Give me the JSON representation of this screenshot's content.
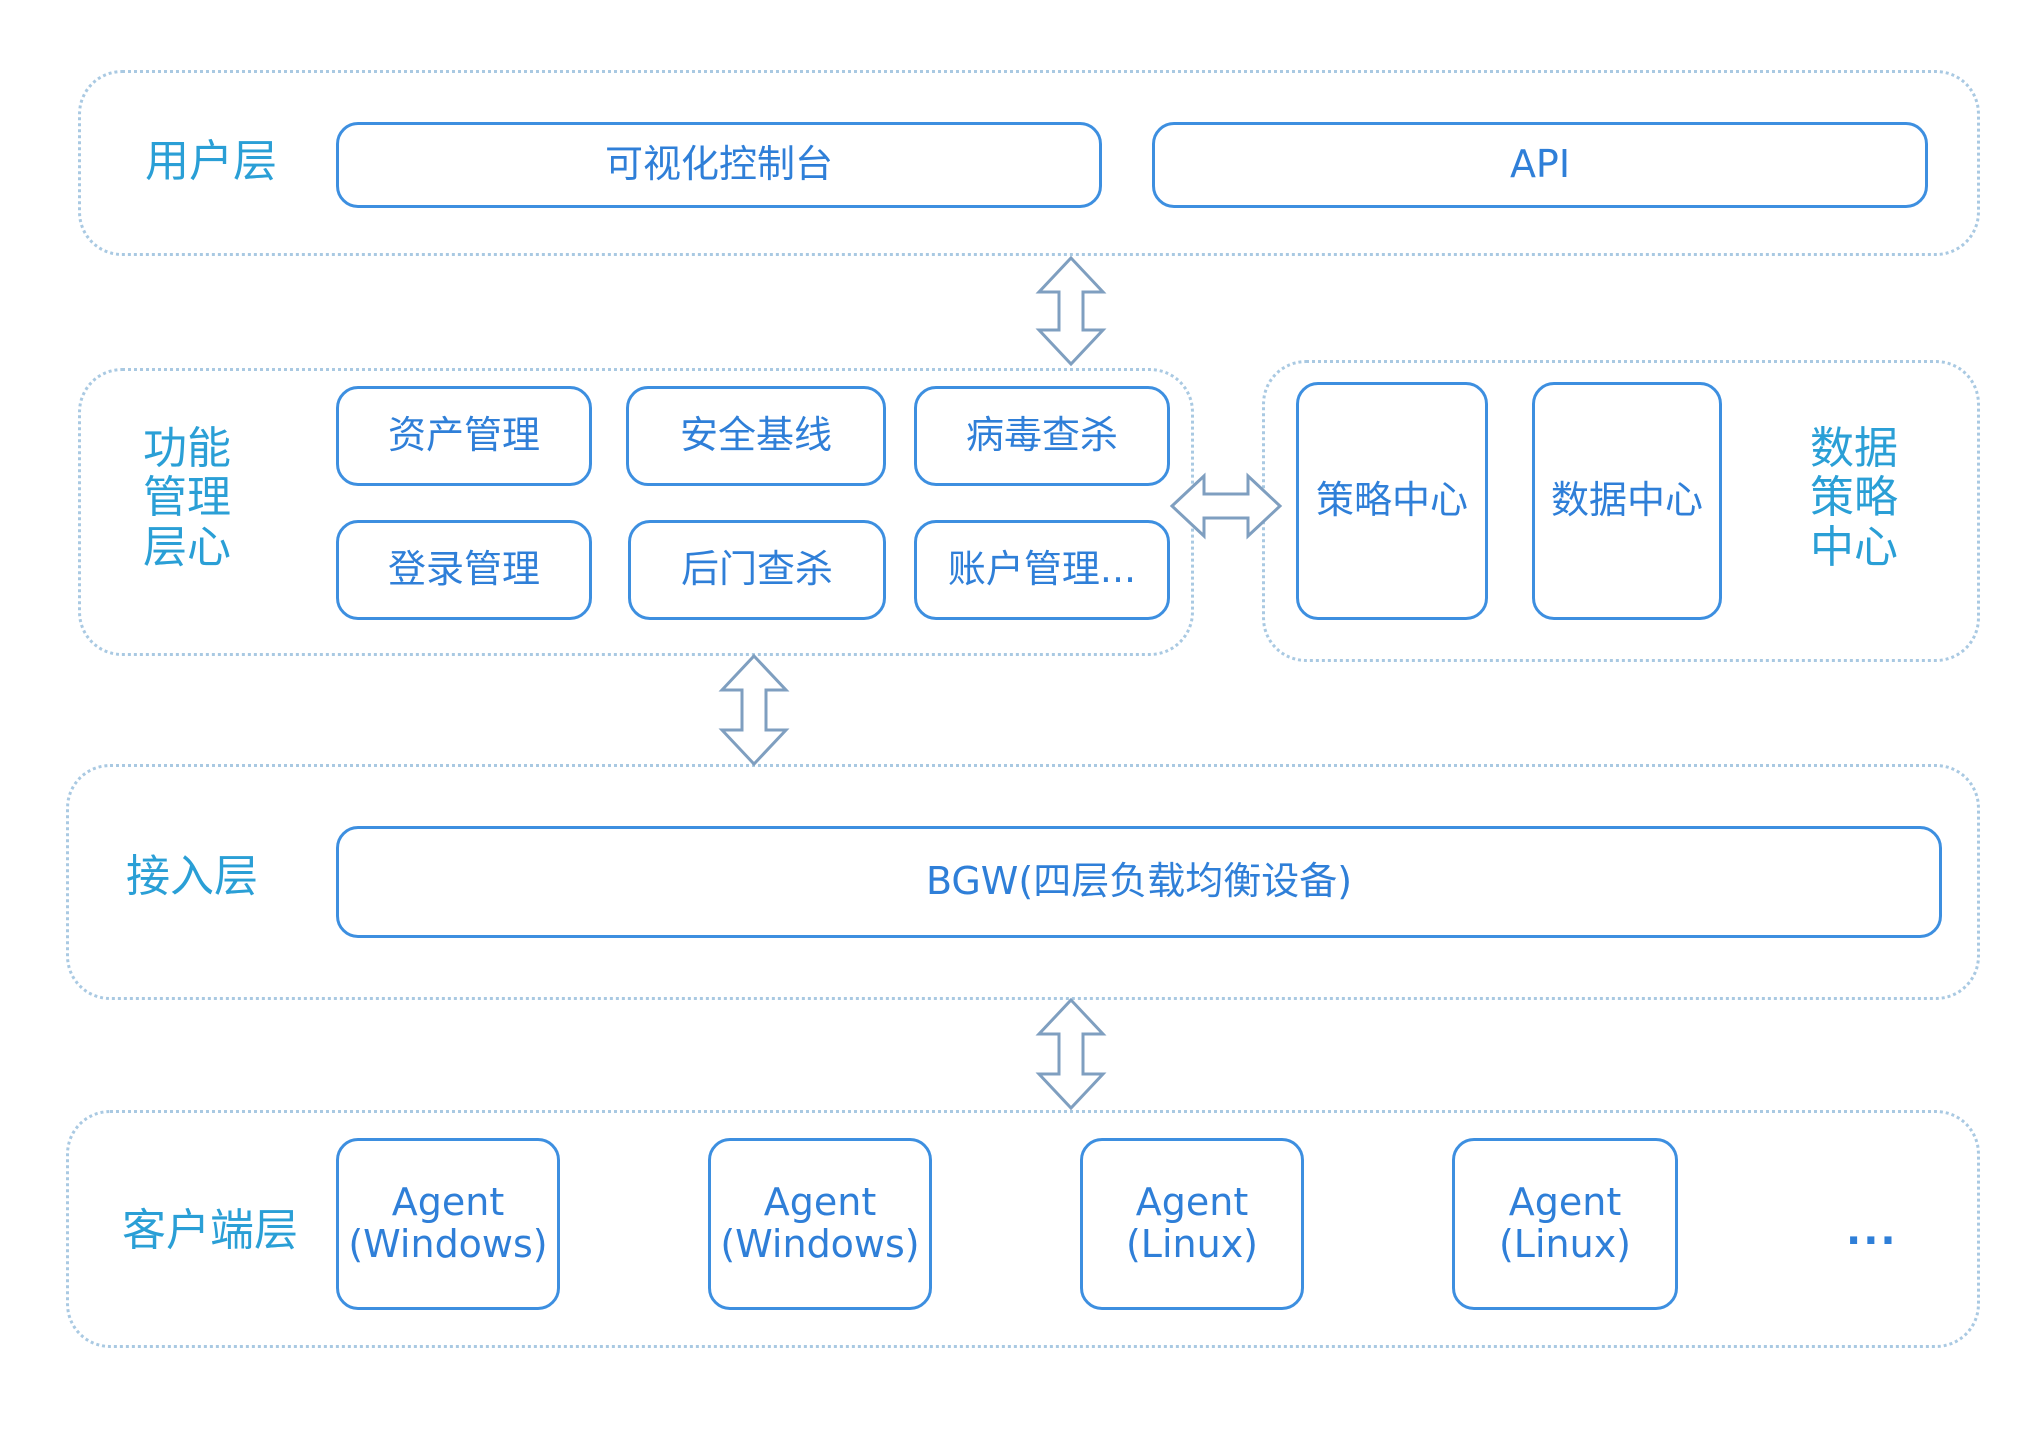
{
  "colors": {
    "accent": "#3d8fe0",
    "label": "#2a9fd6",
    "layer_border": "#a9c9e2",
    "arrow": "#7f9fc0"
  },
  "layers": {
    "user": {
      "label": "用户层",
      "nodes": [
        "可视化控制台",
        "API"
      ]
    },
    "function": {
      "label_lines": [
        "功能",
        "管理",
        "层心"
      ],
      "nodes": [
        "资产管理",
        "安全基线",
        "病毒查杀",
        "登录管理",
        "后门查杀",
        "账户管理..."
      ]
    },
    "data_policy": {
      "label_lines": [
        "数据",
        "策略",
        "中心"
      ],
      "nodes": [
        "策略中心",
        "数据中心"
      ]
    },
    "access": {
      "label": "接入层",
      "nodes": [
        "BGW(四层负载均衡设备)"
      ]
    },
    "client": {
      "label": "客户端层",
      "agents": [
        {
          "line1": "Agent",
          "line2": "(Windows)"
        },
        {
          "line1": "Agent",
          "line2": "(Windows)"
        },
        {
          "line1": "Agent",
          "line2": "(Linux)"
        },
        {
          "line1": "Agent",
          "line2": "(Linux)"
        }
      ],
      "more": "..."
    }
  }
}
